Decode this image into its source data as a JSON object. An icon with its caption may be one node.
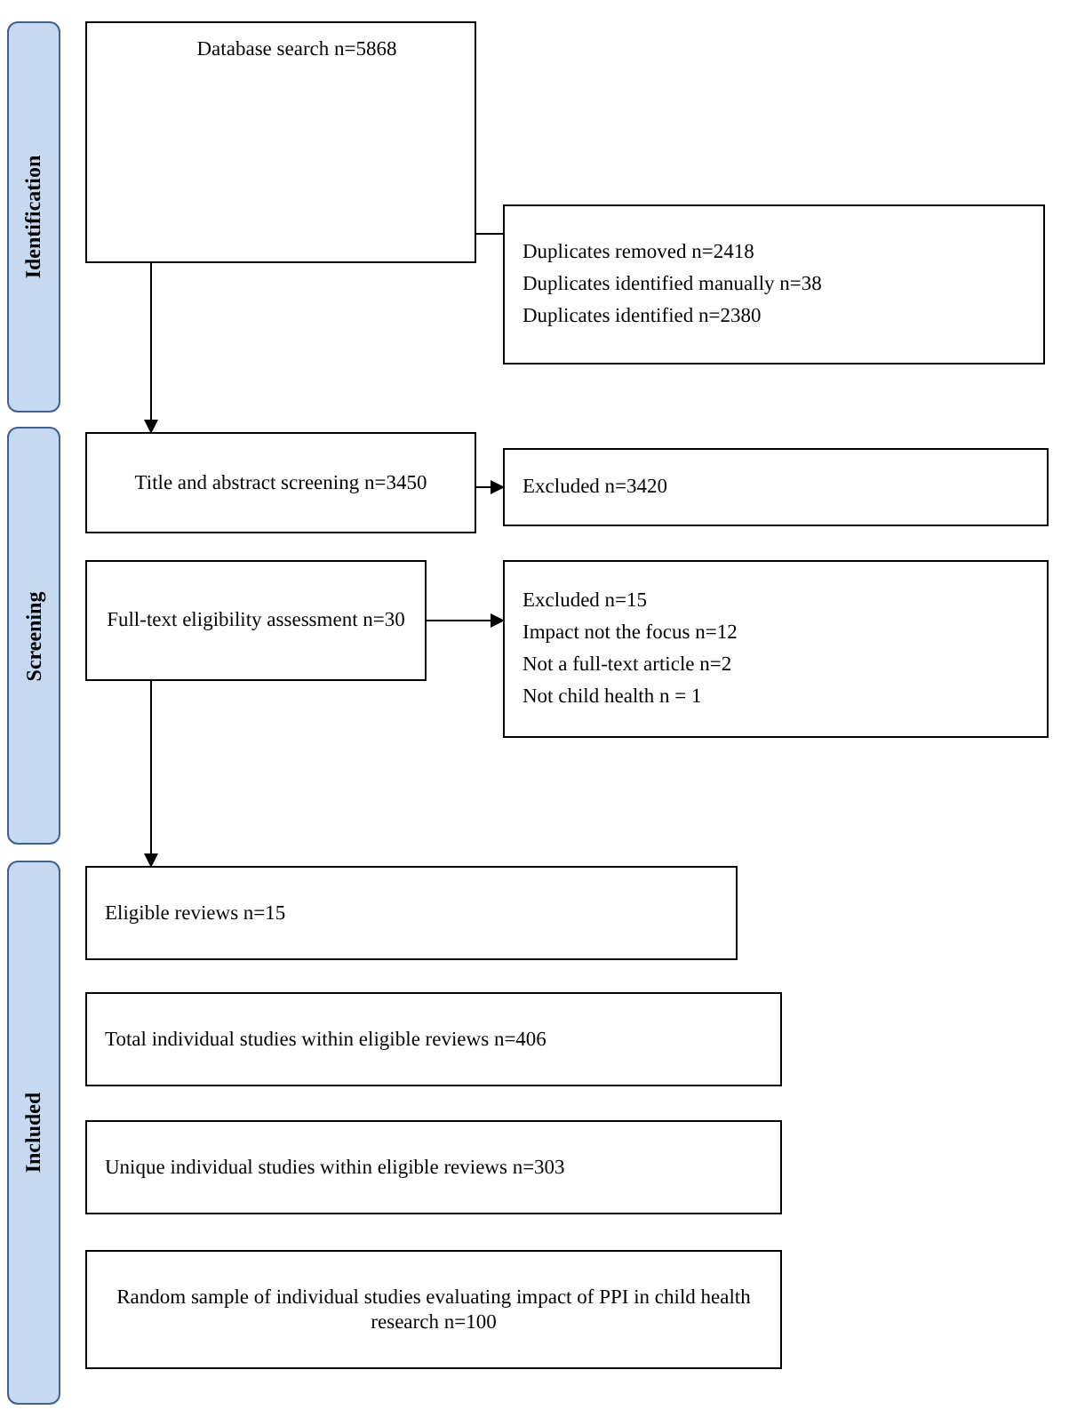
{
  "diagram": {
    "nodes": [
      {
        "text": [
          "Identification"
        ]
      },
      {
        "text": [
          "Database search n=5868"
        ]
      },
      {
        "text": [
          "Duplicates removed n=2418",
          "Duplicates identified manually n=38",
          "Duplicates identified n=2380"
        ]
      },
      {
        "text": [
          "Screening"
        ]
      },
      {
        "text": [
          "Title and abstract screening n=3450"
        ]
      },
      {
        "text": [
          "Excluded n=3420"
        ]
      },
      {
        "text": [
          "Full-text eligibility assessment n=30"
        ]
      },
      {
        "text": [
          "Excluded n=15",
          "Impact not the focus n=12",
          "Not a full-text article n=2",
          "Not child health n = 1"
        ]
      },
      {
        "text": [
          "Included"
        ]
      },
      {
        "text": [
          "Eligible reviews n=15"
        ]
      },
      {
        "text": [
          "Total individual studies within eligible reviews n=406"
        ]
      },
      {
        "text": [
          "Unique individual studies within eligible reviews n=303"
        ]
      },
      {
        "text": [
          "Random sample of individual studies evaluating impact of PPI in child health research n=100"
        ]
      }
    ],
    "edges": [
      {
        "from": 1,
        "to": 4,
        "arrow": "to"
      },
      {
        "from": 1,
        "to": 2,
        "arrow": "none"
      },
      {
        "from": 4,
        "to": 5,
        "arrow": "to"
      },
      {
        "from": 6,
        "to": 7,
        "arrow": "to"
      },
      {
        "from": 6,
        "to": 9,
        "arrow": "to"
      }
    ]
  }
}
